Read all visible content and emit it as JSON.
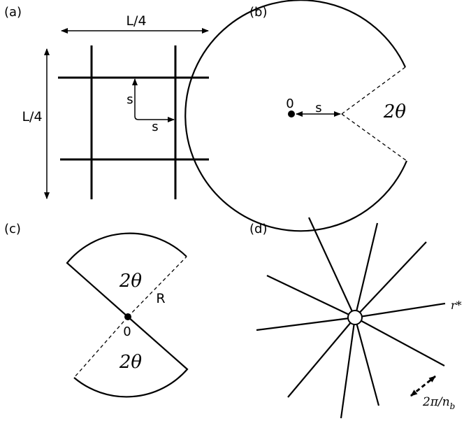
{
  "panels": {
    "a": {
      "label": "(a)",
      "width_label": "L/4",
      "height_label": "L/4",
      "s_vertical": "s",
      "s_horizontal": "s"
    },
    "b": {
      "label": "(b)",
      "origin_label": "0",
      "s_label": "s",
      "angle_label": "2θ"
    },
    "c": {
      "label": "(c)",
      "angle_top": "2θ",
      "angle_bottom": "2θ",
      "radius_label": "R",
      "origin_label": "0"
    },
    "d": {
      "label": "(d)",
      "radius_label": "r*",
      "spacing_label": "2π/n",
      "spacing_subscript": "b"
    }
  },
  "colors": {
    "ink": "#000000",
    "background": "#ffffff"
  }
}
